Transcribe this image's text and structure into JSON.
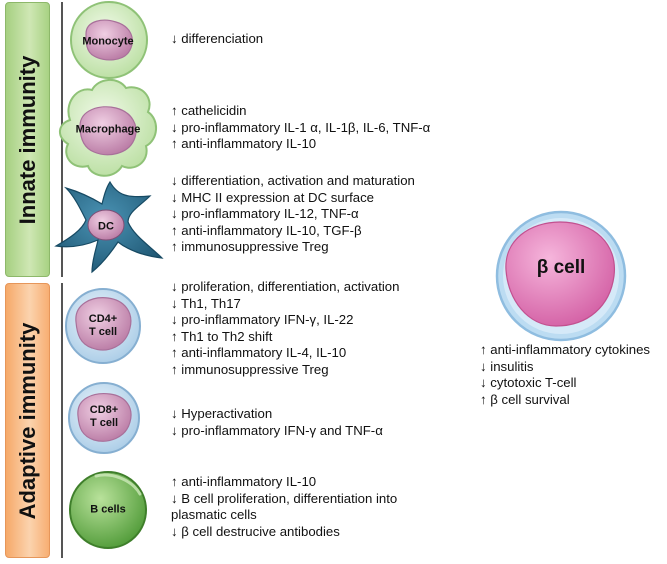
{
  "sections": {
    "innate": "Innate immunity",
    "adaptive": "Adaptive immunity"
  },
  "cells": {
    "monocyte": {
      "label": "Monocyte",
      "effects": [
        "↓ differenciation"
      ]
    },
    "macrophage": {
      "label": "Macrophage",
      "effects": [
        "↑ cathelicidin",
        "↓ pro-inflammatory IL-1 α, IL-1β, IL-6, TNF-α",
        "↑ anti-inflammatory IL-10"
      ]
    },
    "dc": {
      "label": "DC",
      "effects": [
        "↓ differentiation, activation and maturation",
        "↓ MHC II expression at DC surface",
        "↓ pro-inflammatory IL-12, TNF-α",
        "↑ anti-inflammatory IL-10, TGF-β",
        "↑ immunosuppressive Treg"
      ]
    },
    "cd4": {
      "label_line1": "CD4+",
      "label_line2": "T cell",
      "effects": [
        "↓ proliferation, differentiation, activation",
        "↓ Th1, Th17",
        "↓ pro-inflammatory IFN-γ, IL-22",
        "↑ Th1 to Th2 shift",
        "↑ anti-inflammatory IL-4, IL-10",
        "↑ immunosuppressive Treg"
      ]
    },
    "cd8": {
      "label_line1": "CD8+",
      "label_line2": "T cell",
      "effects": [
        "↓ Hyperactivation",
        "↓ pro-inflammatory IFN-γ and TNF-α"
      ]
    },
    "bcells": {
      "label": "B cells",
      "effects": [
        "↑ anti-inflammatory IL-10",
        "↓ B cell proliferation, differentiation into",
        "plasmatic cells",
        "↓ β cell destrucive antibodies"
      ]
    },
    "beta": {
      "label": "β cell",
      "effects": [
        "↑ anti-inflammatory cytokines",
        "↓ insulitis",
        "↓ cytotoxic T-cell",
        "↑ β cell survival"
      ]
    }
  },
  "colors": {
    "innate_bar": "#a6d081",
    "adaptive_bar": "#f6a969",
    "green_cell": "#d5edc3",
    "pink_nucleus": "#d9a0c6",
    "dc_body": "#2e6f8f",
    "t_cell_outer": "#cfe3f3",
    "b_cell": "#7fbf5e",
    "beta_nucleus": "#e479b8"
  }
}
